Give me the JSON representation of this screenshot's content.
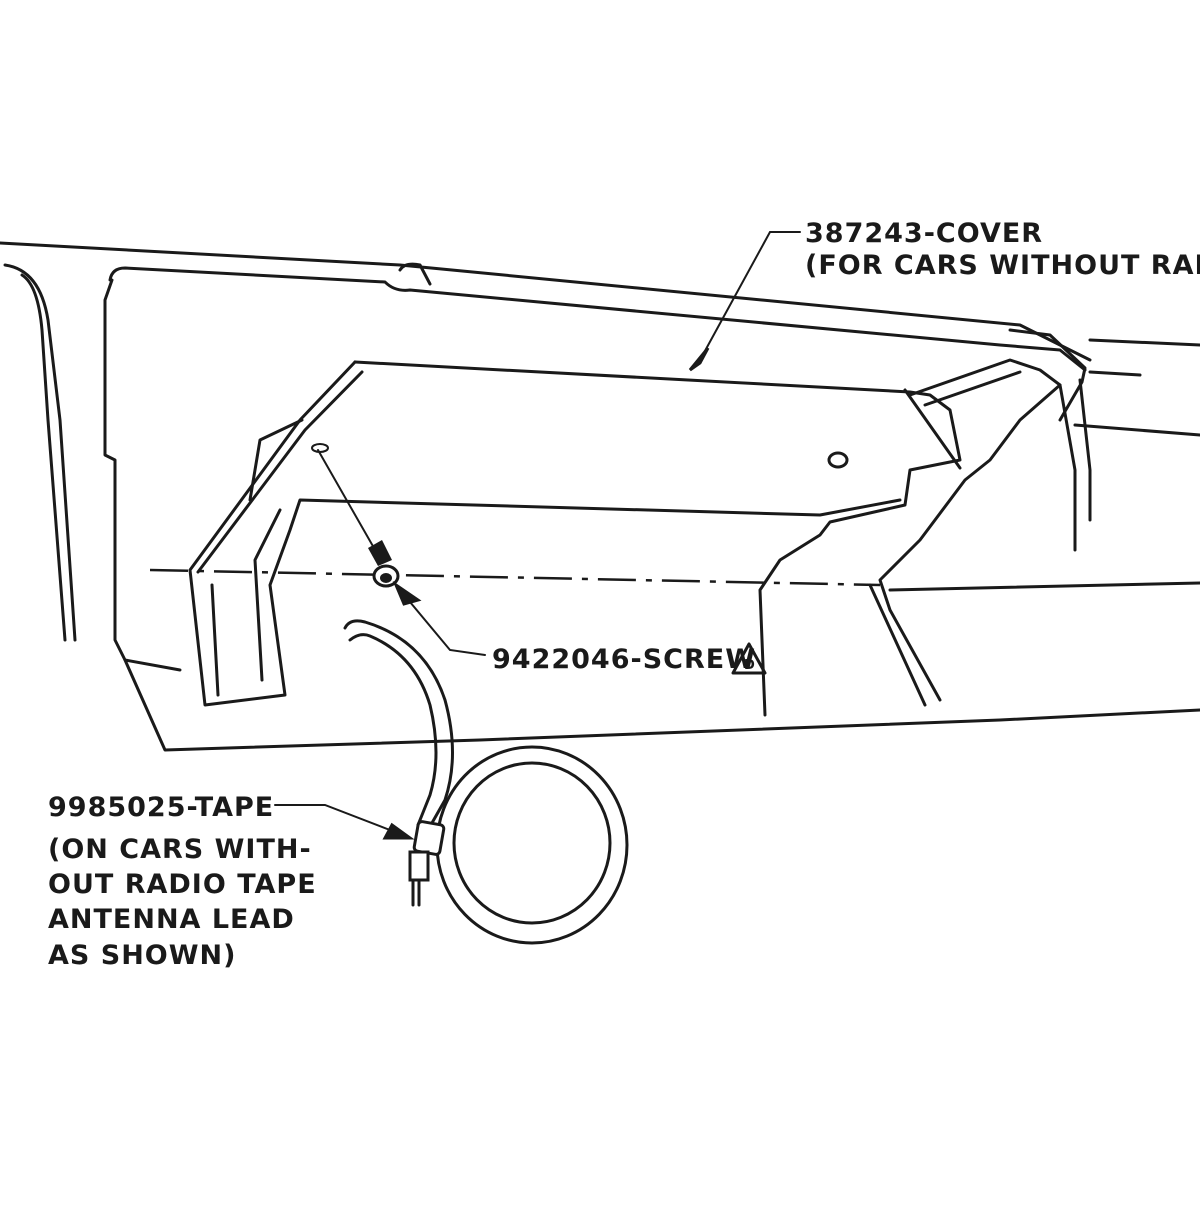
{
  "callouts": {
    "cover": {
      "part_number": "387243-COVER",
      "note": "(FOR CARS WITHOUT RADIOS)"
    },
    "screw": {
      "part_number": "9422046-SCREW",
      "symbol_letter": "D"
    },
    "tape": {
      "lines": [
        "9985025-TAPE",
        "(ON CARS WITH-",
        "OUT RADIO TAPE",
        "ANTENNA LEAD",
        "AS SHOWN)"
      ]
    }
  },
  "icons": {
    "caution": "warning-triangle-icon"
  },
  "colors": {
    "ink": "#1a1a1a",
    "paper": "#ffffff"
  }
}
